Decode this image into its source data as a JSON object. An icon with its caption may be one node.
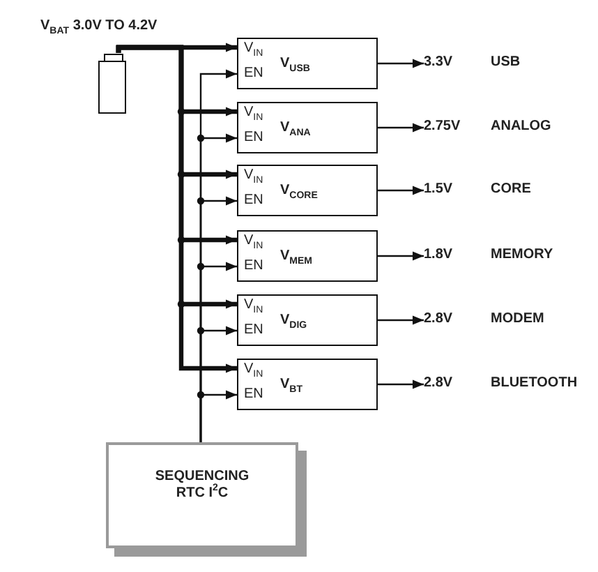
{
  "diagram": {
    "nodes": [
      {
        "text": [],
        "shape": "battery",
        "beside": [
          "V$_{BAT}$ 3.0V TO 4.2V"
        ]
      },
      {
        "text": [
          "V$_{IN}$",
          "EN",
          "V$_{USB}$"
        ]
      },
      {
        "text": [
          "V$_{IN}$",
          "EN",
          "V$_{ANA}$"
        ]
      },
      {
        "text": [
          "V$_{IN}$",
          "EN",
          "V$_{CORE}$"
        ]
      },
      {
        "text": [
          "V$_{IN}$",
          "EN",
          "V$_{MEM}$"
        ]
      },
      {
        "text": [
          "V$_{IN}$",
          "EN",
          "V$_{DIG}$"
        ]
      },
      {
        "text": [
          "V$_{IN}$",
          "EN",
          "V$_{BT}$"
        ]
      },
      {
        "text": [
          "3.3V"
        ],
        "beside": [
          "USB"
        ]
      },
      {
        "text": [
          "2.75V"
        ],
        "beside": [
          "ANALOG"
        ]
      },
      {
        "text": [
          "1.5V"
        ],
        "beside": [
          "CORE"
        ]
      },
      {
        "text": [
          "1.8V"
        ],
        "beside": [
          "MEMORY"
        ]
      },
      {
        "text": [
          "2.8V"
        ],
        "beside": [
          "MODEM"
        ]
      },
      {
        "text": [
          "2.8V"
        ],
        "beside": [
          "BLUETOOTH"
        ]
      },
      {
        "text": [
          "SEQUENCING RTC I$^{2}$C"
        ]
      }
    ],
    "edges": [
      {
        "from": 0,
        "to": 1,
        "arrow": "to",
        "style": "thick"
      },
      {
        "from": 0,
        "to": 2,
        "arrow": "to",
        "style": "thick"
      },
      {
        "from": 0,
        "to": 3,
        "arrow": "to",
        "style": "thick"
      },
      {
        "from": 0,
        "to": 4,
        "arrow": "to",
        "style": "thick"
      },
      {
        "from": 0,
        "to": 5,
        "arrow": "to",
        "style": "thick"
      },
      {
        "from": 0,
        "to": 6,
        "arrow": "to",
        "style": "thick"
      },
      {
        "from": 13,
        "to": 1,
        "arrow": "to"
      },
      {
        "from": 13,
        "to": 2,
        "arrow": "to"
      },
      {
        "from": 13,
        "to": 3,
        "arrow": "to"
      },
      {
        "from": 13,
        "to": 4,
        "arrow": "to"
      },
      {
        "from": 13,
        "to": 5,
        "arrow": "to"
      },
      {
        "from": 13,
        "to": 6,
        "arrow": "to"
      },
      {
        "from": 1,
        "to": 7,
        "arrow": "to"
      },
      {
        "from": 2,
        "to": 8,
        "arrow": "to"
      },
      {
        "from": 3,
        "to": 9,
        "arrow": "to"
      },
      {
        "from": 4,
        "to": 10,
        "arrow": "to"
      },
      {
        "from": 5,
        "to": 11,
        "arrow": "to"
      },
      {
        "from": 6,
        "to": 12,
        "arrow": "to"
      }
    ]
  }
}
